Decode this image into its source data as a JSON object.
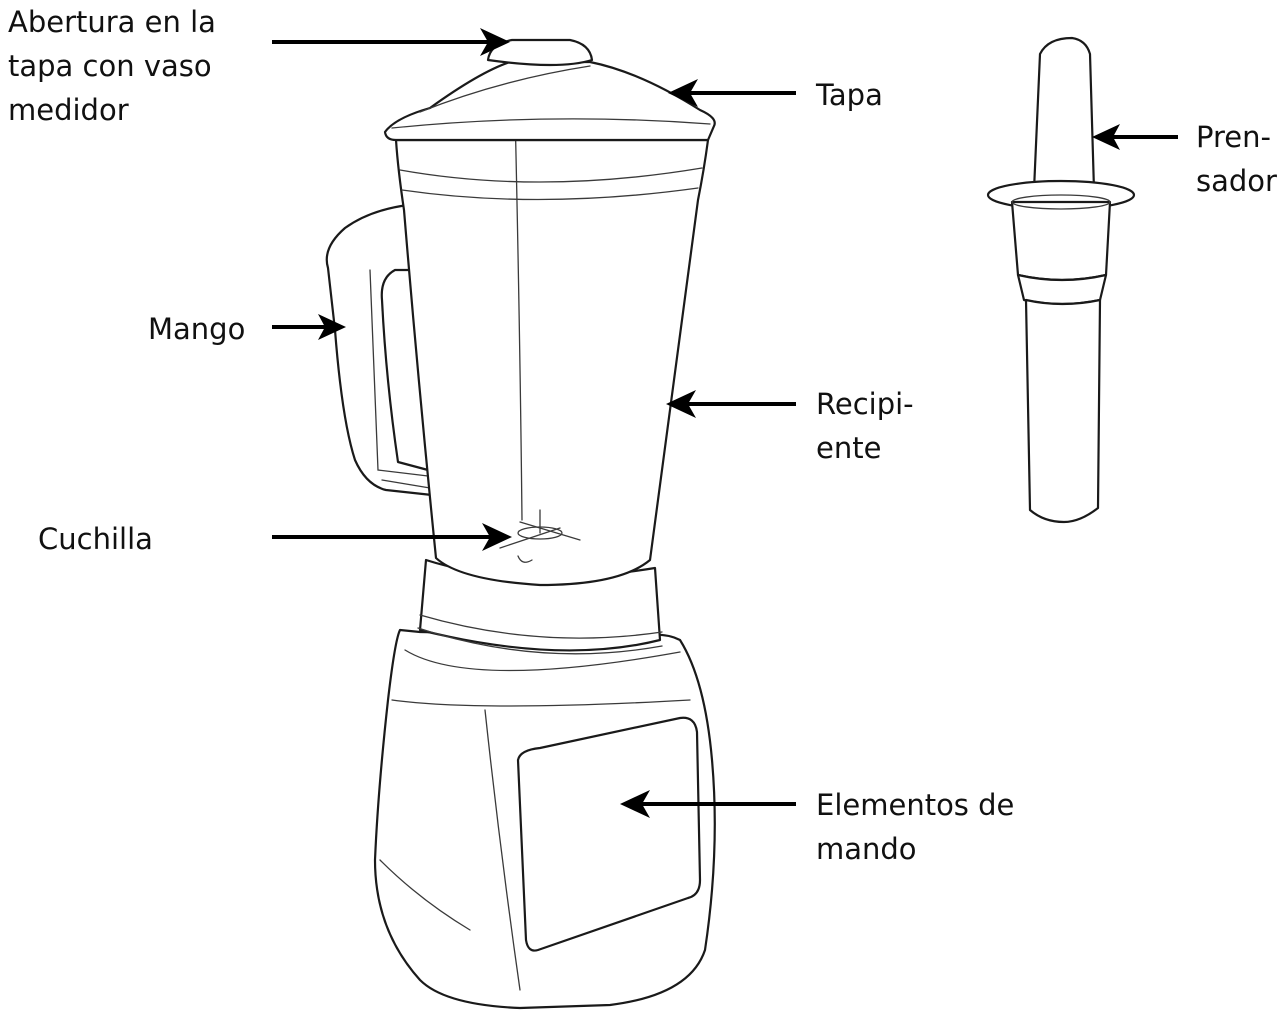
{
  "labels": {
    "abertura": [
      "Abertura en la",
      "tapa con vaso",
      "medidor"
    ],
    "tapa": [
      "Tapa"
    ],
    "prensador": [
      "Pren-",
      "sador"
    ],
    "mango": [
      "Mango"
    ],
    "recipiente": [
      "Recipi-",
      "ente"
    ],
    "cuchilla": [
      "Cuchilla"
    ],
    "elementos": [
      "Elementos de",
      "mando"
    ]
  }
}
